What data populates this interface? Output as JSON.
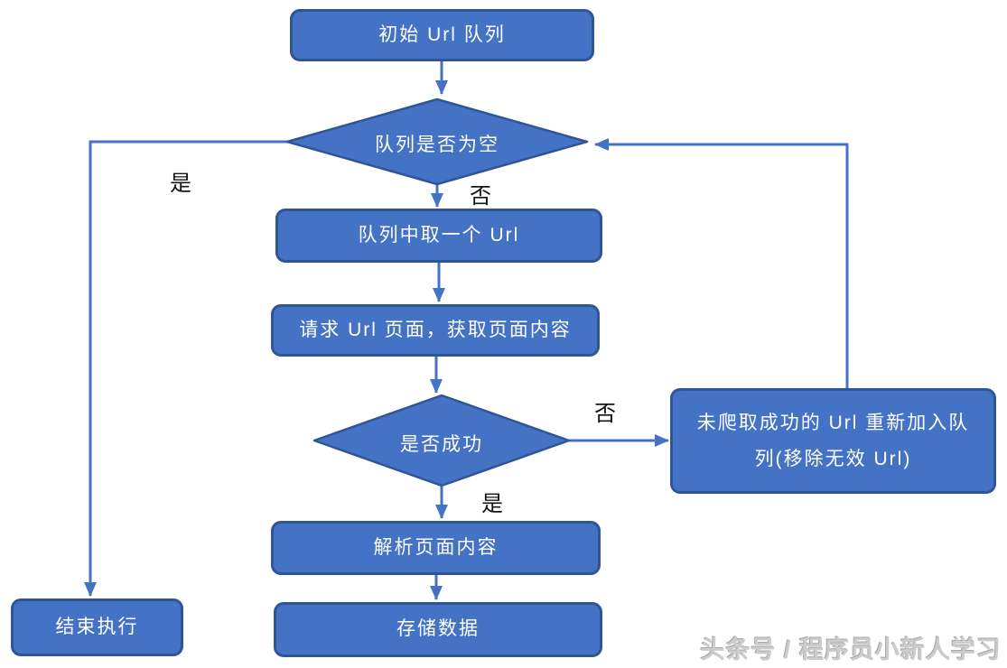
{
  "diagram": {
    "title": "crawler-url-queue-flowchart",
    "nodes": {
      "start": {
        "label": "初始 Url 队列"
      },
      "queue_empty": {
        "label": "队列是否为空"
      },
      "take_url": {
        "label": "队列中取一个 Url"
      },
      "request": {
        "label": "请求 Url 页面，获取页面内容"
      },
      "is_success": {
        "label": "是否成功"
      },
      "retry": {
        "label": "未爬取成功的 Url 重新加入队列(移除无效 Url)",
        "line1": "未爬取成功的 Url 重新加入队",
        "line2": "列(移除无效 Url)"
      },
      "parse": {
        "label": "解析页面内容"
      },
      "store": {
        "label": "存储数据"
      },
      "end": {
        "label": "结束执行"
      }
    },
    "edge_labels": {
      "queue_empty_yes": "是",
      "queue_empty_no": "否",
      "is_success_no": "否",
      "is_success_yes": "是"
    },
    "colors": {
      "node_fill": "#4472C4",
      "node_border": "#2F5597",
      "node_text": "#FFFFFF",
      "connector": "#4472C4",
      "edge_label": "#151515",
      "watermark": "#CCCCCC"
    },
    "watermark": "头条号 / 程序员小新人学习"
  }
}
